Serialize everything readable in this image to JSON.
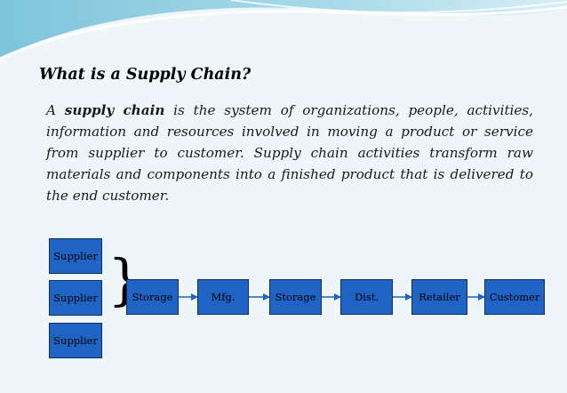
{
  "slide": {
    "heading": "What is a Supply Chain?",
    "paragraph": {
      "lead": "A ",
      "term": "supply chain",
      "body": " is the system of organizations, people, activities, information and resources involved in moving a product or service from supplier to customer. Supply chain activities transform raw materials and components into a finished product that is delivered to the end customer."
    }
  },
  "diagram": {
    "suppliers": [
      "Supplier",
      "Supplier",
      "Supplier"
    ],
    "brace": "}",
    "chain": [
      "Storage",
      "Mfg.",
      "Storage",
      "Dist.",
      "Retailer",
      "Customer"
    ],
    "colors": {
      "box_fill": "#1f63c4",
      "arrow": "#1f63c4"
    }
  }
}
